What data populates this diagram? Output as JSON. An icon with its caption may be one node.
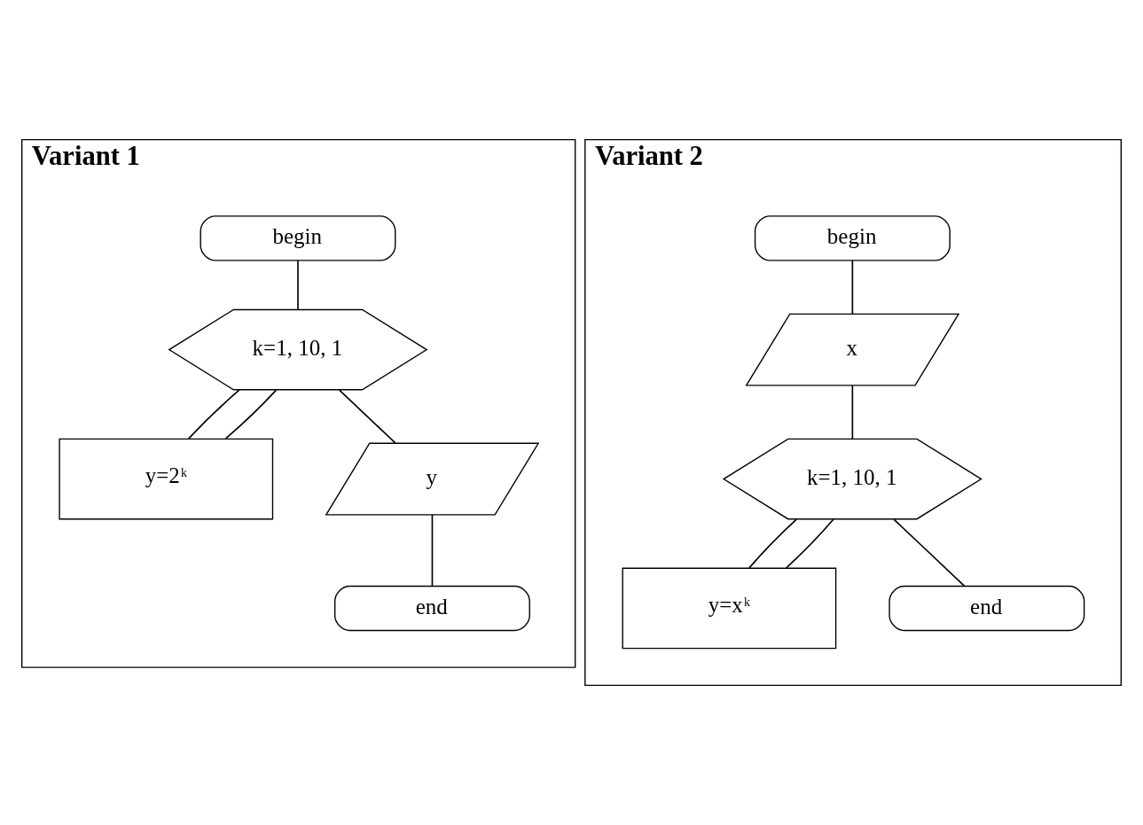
{
  "diagram": {
    "nodes": [
      {
        "text": [
          "Variant 1"
        ]
      },
      {
        "text": [
          "begin"
        ],
        "in": 0
      },
      {
        "text": [
          "k=1, 10, 1"
        ],
        "in": 0
      },
      {
        "text": [
          "y=2$^{k}$"
        ],
        "in": 0
      },
      {
        "text": [
          "y"
        ],
        "in": 0
      },
      {
        "text": [
          "end"
        ],
        "in": 0
      },
      {
        "text": [
          "Variant 2"
        ]
      },
      {
        "text": [
          "begin"
        ],
        "in": 6
      },
      {
        "text": [
          "x"
        ],
        "in": 6
      },
      {
        "text": [
          "k=1, 10, 1"
        ],
        "in": 6
      },
      {
        "text": [
          "y=x$^{k}$"
        ],
        "in": 6
      },
      {
        "text": [
          "end"
        ],
        "in": 6
      }
    ],
    "edges": [
      {
        "from": 1,
        "to": 2,
        "arrow": "none"
      },
      {
        "from": 2,
        "to": 3,
        "arrow": "none"
      },
      {
        "from": 3,
        "to": 2,
        "arrow": "none"
      },
      {
        "from": 2,
        "to": 4,
        "arrow": "none"
      },
      {
        "from": 4,
        "to": 5,
        "arrow": "none"
      },
      {
        "from": 7,
        "to": 8,
        "arrow": "none"
      },
      {
        "from": 8,
        "to": 9,
        "arrow": "none"
      },
      {
        "from": 9,
        "to": 10,
        "arrow": "none"
      },
      {
        "from": 10,
        "to": 9,
        "arrow": "none"
      },
      {
        "from": 9,
        "to": 11,
        "arrow": "none"
      }
    ]
  }
}
